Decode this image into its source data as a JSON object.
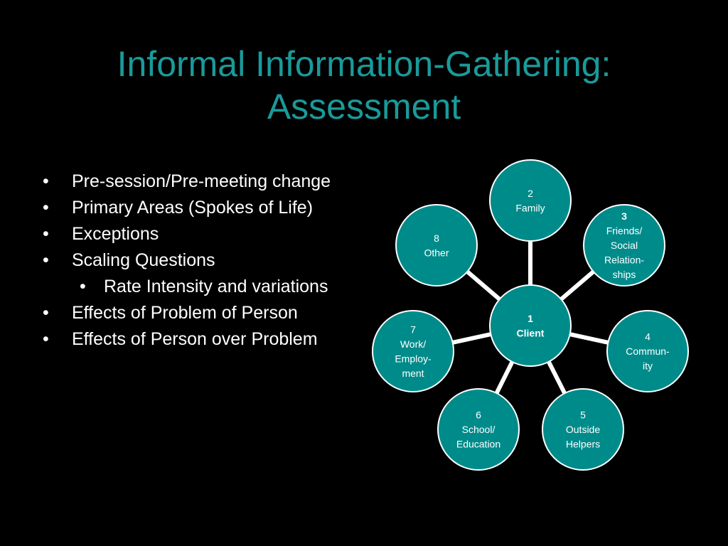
{
  "title": {
    "line1": "Informal Information-Gathering:",
    "line2": "Assessment"
  },
  "bullets": [
    {
      "text": "Pre-session/Pre-meeting change",
      "level": 1
    },
    {
      "text": "Primary Areas (Spokes of Life)",
      "level": 1
    },
    {
      "text": "Exceptions",
      "level": 1
    },
    {
      "text": "Scaling Questions",
      "level": 1
    },
    {
      "text": "Rate Intensity and variations",
      "level": 2
    },
    {
      "text": "Effects of Problem of Person",
      "level": 1
    },
    {
      "text": "Effects of Person over Problem",
      "level": 1
    }
  ],
  "bullet_glyph": "•",
  "colors": {
    "background": "#000000",
    "title": "#1a9a9a",
    "node_fill": "#008b8b",
    "node_stroke": "#ffffff",
    "text": "#ffffff"
  },
  "diagram": {
    "center": {
      "id": "1",
      "lines": [
        "1",
        "Client"
      ],
      "bold": true
    },
    "nodes": [
      {
        "id": "2",
        "lines": [
          "2",
          "Family"
        ],
        "bold_first": false
      },
      {
        "id": "3",
        "lines": [
          "3",
          "Friends/",
          "Social",
          "Relation-",
          "ships"
        ],
        "bold_first": true
      },
      {
        "id": "4",
        "lines": [
          "4",
          "Commun-",
          "ity"
        ],
        "bold_first": false
      },
      {
        "id": "5",
        "lines": [
          "5",
          "Outside",
          "Helpers"
        ],
        "bold_first": false
      },
      {
        "id": "6",
        "lines": [
          "6",
          "School/",
          "Education"
        ],
        "bold_first": false
      },
      {
        "id": "7",
        "lines": [
          "7",
          "Work/",
          "Employ-",
          "ment"
        ],
        "bold_first": false
      },
      {
        "id": "8",
        "lines": [
          "8",
          "Other"
        ],
        "bold_first": false
      }
    ]
  }
}
